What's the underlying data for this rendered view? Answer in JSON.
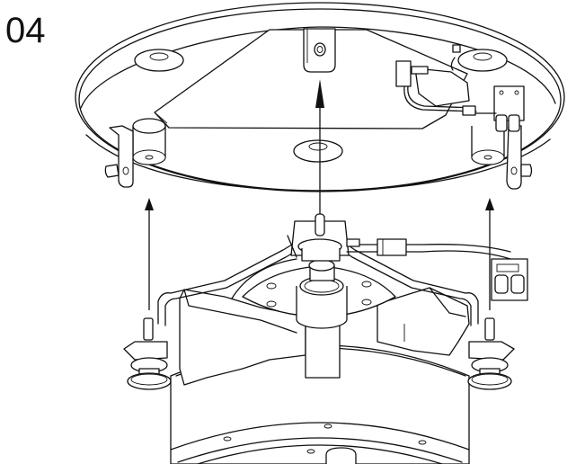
{
  "step": {
    "number": "04"
  },
  "diagram": {
    "type": "exploded-assembly",
    "upper_part": "mounting-plate",
    "lower_part": "motor-base-with-bracket-and-connector",
    "arrows": [
      {
        "id": "left",
        "direction": "up"
      },
      {
        "id": "center",
        "direction": "up"
      },
      {
        "id": "right",
        "direction": "up"
      }
    ],
    "colors": {
      "line": "#111111",
      "background": "#ffffff"
    }
  }
}
